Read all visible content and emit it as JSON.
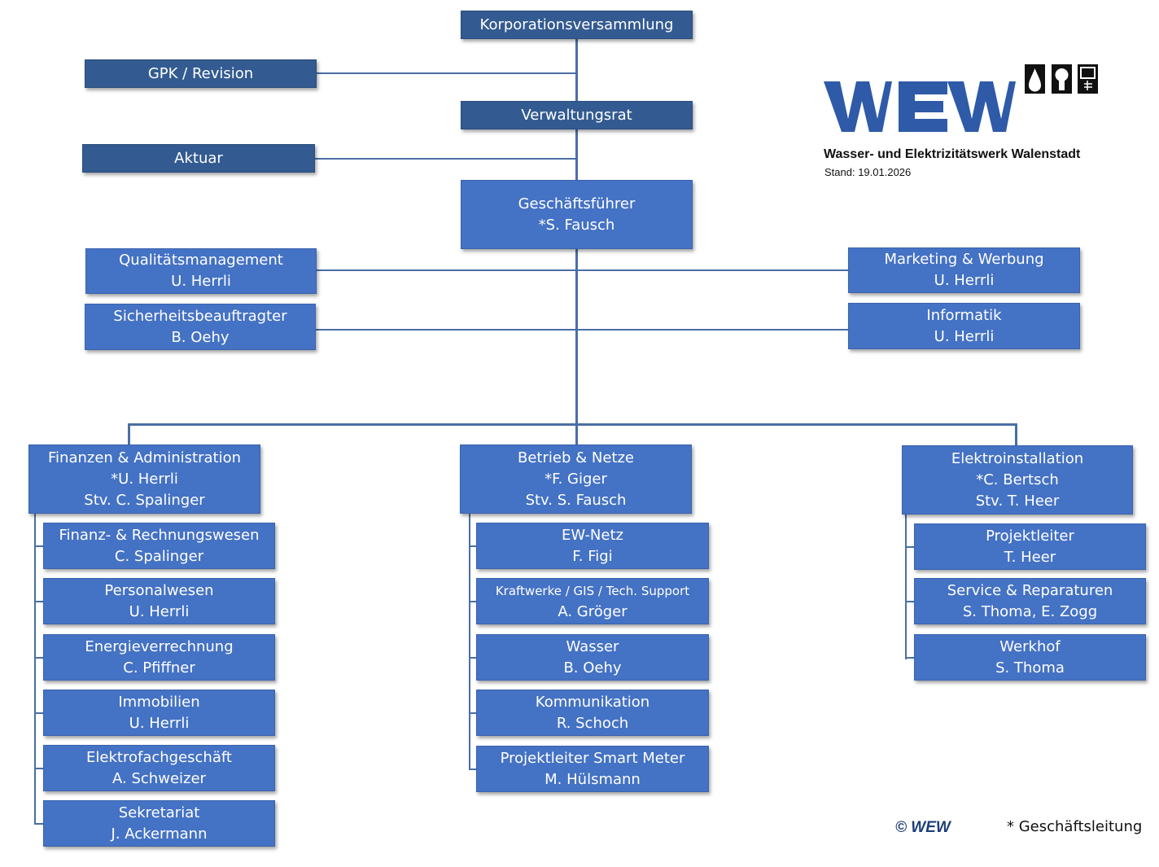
{
  "logo": {
    "wordmark": "WEW",
    "company_name": "Wasser- und Elektrizitätswerk Walenstadt",
    "date_label": "Stand: 19.01.2026",
    "icons": [
      "water-drop-icon",
      "light-bulb-icon",
      "electric-meter-icon"
    ]
  },
  "colors": {
    "governance": "#335b91",
    "unit": "#4472c4",
    "connector": "#4a6fa5",
    "brand": "#2e5aa8"
  },
  "governance": {
    "assembly": "Korporationsversammlung",
    "audit": "GPK / Revision",
    "board": "Verwaltungsrat",
    "clerk": "Aktuar"
  },
  "ceo": {
    "title": "Geschäftsführer",
    "name": "*S. Fausch"
  },
  "staff_left": [
    {
      "title": "Qualitätsmanagement",
      "name": "U. Herrli"
    },
    {
      "title": "Sicherheitsbeauftragter",
      "name": "B. Oehy"
    }
  ],
  "staff_right": [
    {
      "title": "Marketing & Werbung",
      "name": "U. Herrli"
    },
    {
      "title": "Informatik",
      "name": "U. Herrli"
    }
  ],
  "divisions": [
    {
      "title": "Finanzen & Administration",
      "head": "*U. Herrli",
      "deputy": "Stv. C. Spalinger",
      "units": [
        {
          "title": "Finanz- & Rechnungswesen",
          "name": "C. Spalinger"
        },
        {
          "title": "Personalwesen",
          "name": "U. Herrli"
        },
        {
          "title": "Energieverrechnung",
          "name": "C. Pfiffner"
        },
        {
          "title": "Immobilien",
          "name": "U. Herrli"
        },
        {
          "title": "Elektrofachgeschäft",
          "name": "A. Schweizer"
        },
        {
          "title": "Sekretariat",
          "name": "J. Ackermann"
        }
      ]
    },
    {
      "title": "Betrieb & Netze",
      "head": "*F. Giger",
      "deputy": "Stv. S. Fausch",
      "units": [
        {
          "title": "EW-Netz",
          "name": "F. Figi"
        },
        {
          "title": "Kraftwerke / GIS / Tech. Support",
          "name": "A. Gröger"
        },
        {
          "title": "Wasser",
          "name": "B. Oehy"
        },
        {
          "title": "Kommunikation",
          "name": "R. Schoch"
        },
        {
          "title": "Projektleiter Smart Meter",
          "name": "M. Hülsmann"
        }
      ]
    },
    {
      "title": "Elektroinstallation",
      "head": "*C. Bertsch",
      "deputy": "Stv. T. Heer",
      "units": [
        {
          "title": "Projektleiter",
          "name": "T. Heer"
        },
        {
          "title": "Service & Reparaturen",
          "name": "S. Thoma, E. Zogg"
        },
        {
          "title": "Werkhof",
          "name": "S. Thoma"
        }
      ]
    }
  ],
  "footer": {
    "copyright": "© WEW",
    "legend": "* Geschäftsleitung"
  }
}
